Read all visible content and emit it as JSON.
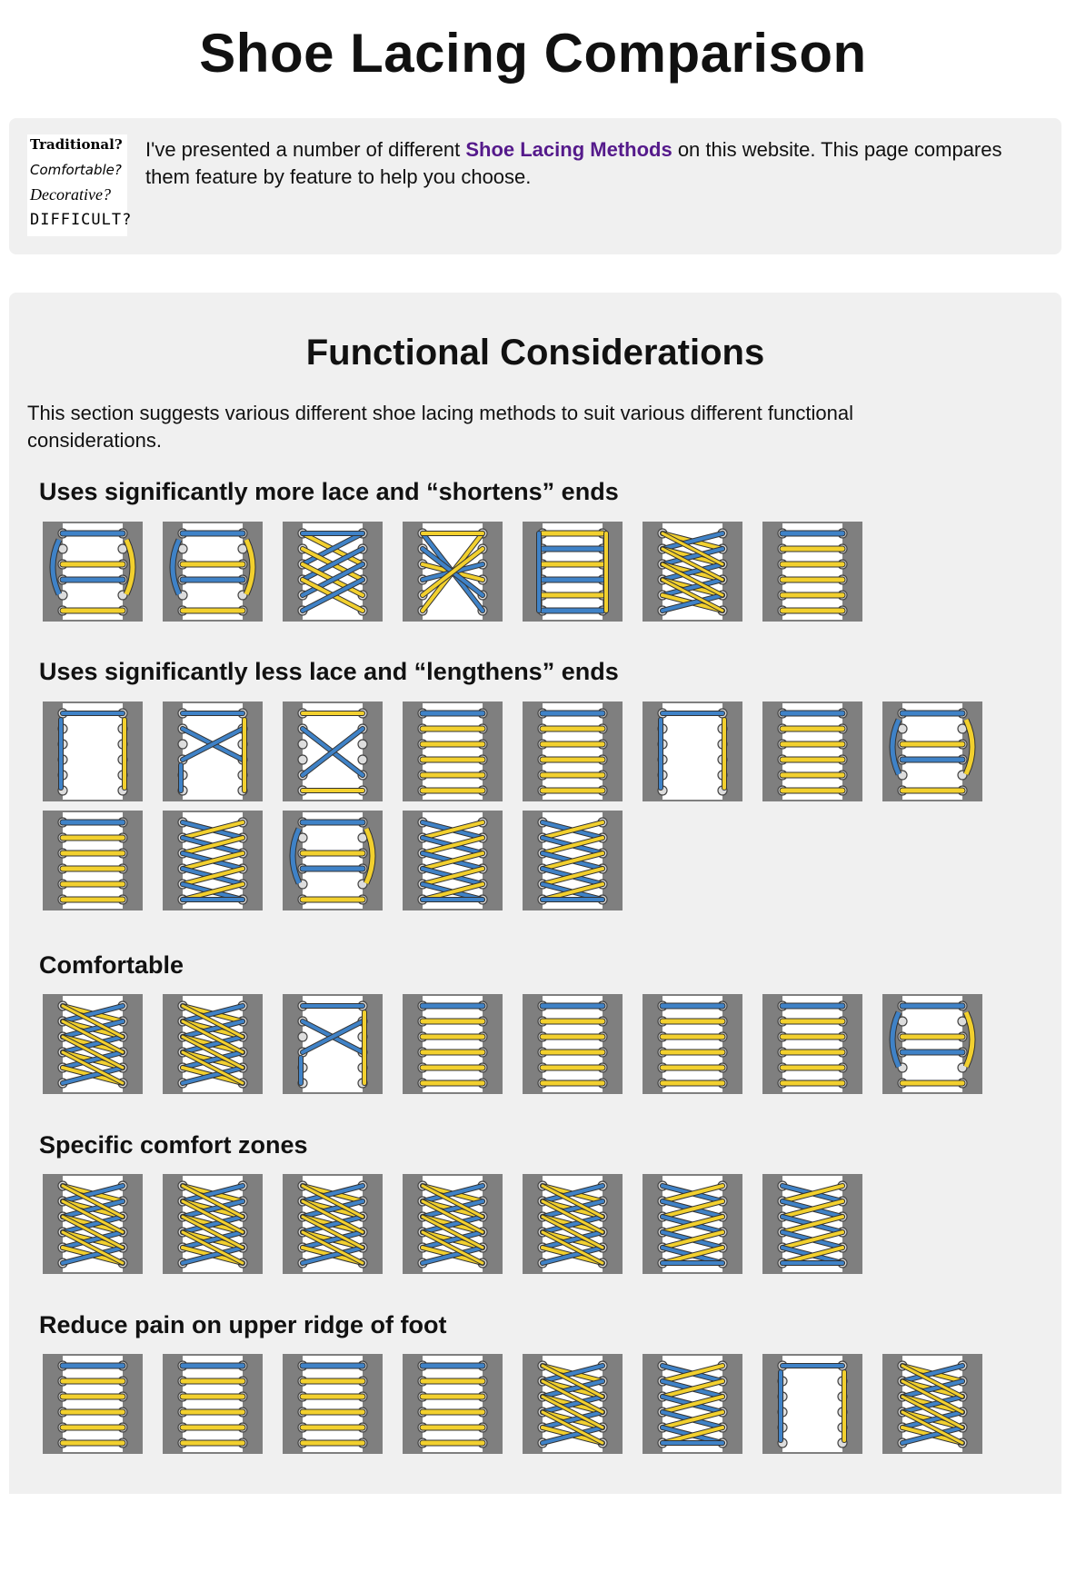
{
  "page": {
    "title": "Shoe Lacing Comparison"
  },
  "intro": {
    "logo_words": [
      "Traditional?",
      "Comfortable?",
      "Decorative?",
      "DIFFICULT?"
    ],
    "text_before": "I've presented a number of different ",
    "link_text": "Shoe Lacing Methods",
    "text_after": " on this website. This page compares them feature by feature to help you choose."
  },
  "colors": {
    "link": "#551a8b",
    "box_background": "#f0f0f0",
    "lace_yellow": "#f2d02e",
    "lace_blue": "#3f82c7",
    "shoe_gray": "#7f7f7f"
  },
  "section": {
    "heading": "Functional Considerations",
    "description": "This section suggests various different shoe lacing methods to suit various different functional considerations."
  },
  "groups": [
    {
      "heading": "Uses significantly more lace and “shortens” ends",
      "tiles": [
        {
          "icon": "double-helix-lacing-icon",
          "pattern": "loops"
        },
        {
          "icon": "double-back-lacing-icon",
          "pattern": "loops"
        },
        {
          "icon": "lattice-lacing-icon",
          "pattern": "lattice"
        },
        {
          "icon": "star-lacing-icon",
          "pattern": "star"
        },
        {
          "icon": "zipper-lacing-icon",
          "pattern": "zipper"
        },
        {
          "icon": "double-cross-lacing-icon",
          "pattern": "dense-criss"
        },
        {
          "icon": "straight-bar-lacing-icon",
          "pattern": "bars"
        }
      ]
    },
    {
      "heading": "Uses significantly less lace and “lengthens” ends",
      "tiles": [
        {
          "icon": "display-shoe-lacing-icon",
          "pattern": "sparse"
        },
        {
          "icon": "bow-tie-lacing-icon",
          "pattern": "bow-tie"
        },
        {
          "icon": "hash-lacing-icon",
          "pattern": "criss-bars"
        },
        {
          "icon": "straight-european-lacing-icon",
          "pattern": "bars"
        },
        {
          "icon": "shoe-shop-lacing-icon",
          "pattern": "bars"
        },
        {
          "icon": "segmented-lacing-icon",
          "pattern": "sparse"
        },
        {
          "icon": "lightning-lacing-icon",
          "pattern": "bars"
        },
        {
          "icon": "hidden-knot-lacing-icon",
          "pattern": "loops"
        },
        {
          "icon": "army-lacing-icon",
          "pattern": "bars"
        },
        {
          "icon": "criss-cross-lacing-icon",
          "pattern": "criss"
        },
        {
          "icon": "gap-lacing-icon",
          "pattern": "loops"
        },
        {
          "icon": "over-under-lacing-icon",
          "pattern": "criss"
        },
        {
          "icon": "spider-web-lacing-icon",
          "pattern": "criss"
        }
      ]
    },
    {
      "heading": "Comfortable",
      "tiles": [
        {
          "icon": "criss-cross-lacing-icon",
          "pattern": "dense-criss"
        },
        {
          "icon": "over-under-lacing-icon",
          "pattern": "dense-criss"
        },
        {
          "icon": "bow-tie-lacing-icon",
          "pattern": "bow-tie"
        },
        {
          "icon": "straight-european-lacing-icon",
          "pattern": "bars"
        },
        {
          "icon": "shoe-shop-lacing-icon",
          "pattern": "bars"
        },
        {
          "icon": "lightning-lacing-icon",
          "pattern": "bars"
        },
        {
          "icon": "straight-bar-lacing-icon",
          "pattern": "bars"
        },
        {
          "icon": "hidden-knot-lacing-icon",
          "pattern": "loops"
        }
      ]
    },
    {
      "heading": "Specific comfort zones",
      "tiles": [
        {
          "icon": "gap-lacing-icon",
          "pattern": "dense-criss"
        },
        {
          "icon": "zig-zag-lacing-icon",
          "pattern": "dense-criss"
        },
        {
          "icon": "ladder-lacing-icon",
          "pattern": "dense-criss"
        },
        {
          "icon": "window-lacing-icon",
          "pattern": "dense-criss"
        },
        {
          "icon": "knot-lacing-icon",
          "pattern": "dense-criss"
        },
        {
          "icon": "bow-tie-lacing-icon",
          "pattern": "criss"
        },
        {
          "icon": "spider-web-lacing-icon",
          "pattern": "criss"
        }
      ]
    },
    {
      "heading": "Reduce pain on upper ridge of foot",
      "tiles": [
        {
          "icon": "straight-european-lacing-icon",
          "pattern": "bars"
        },
        {
          "icon": "shoe-shop-lacing-icon",
          "pattern": "bars"
        },
        {
          "icon": "lightning-lacing-icon",
          "pattern": "bars"
        },
        {
          "icon": "straight-bar-lacing-icon",
          "pattern": "bars"
        },
        {
          "icon": "bow-tie-lacing-icon",
          "pattern": "dense-criss"
        },
        {
          "icon": "hash-lacing-icon",
          "pattern": "criss"
        },
        {
          "icon": "display-shoe-lacing-icon",
          "pattern": "sparse"
        },
        {
          "icon": "lattice-lacing-icon",
          "pattern": "dense-criss"
        }
      ]
    }
  ]
}
